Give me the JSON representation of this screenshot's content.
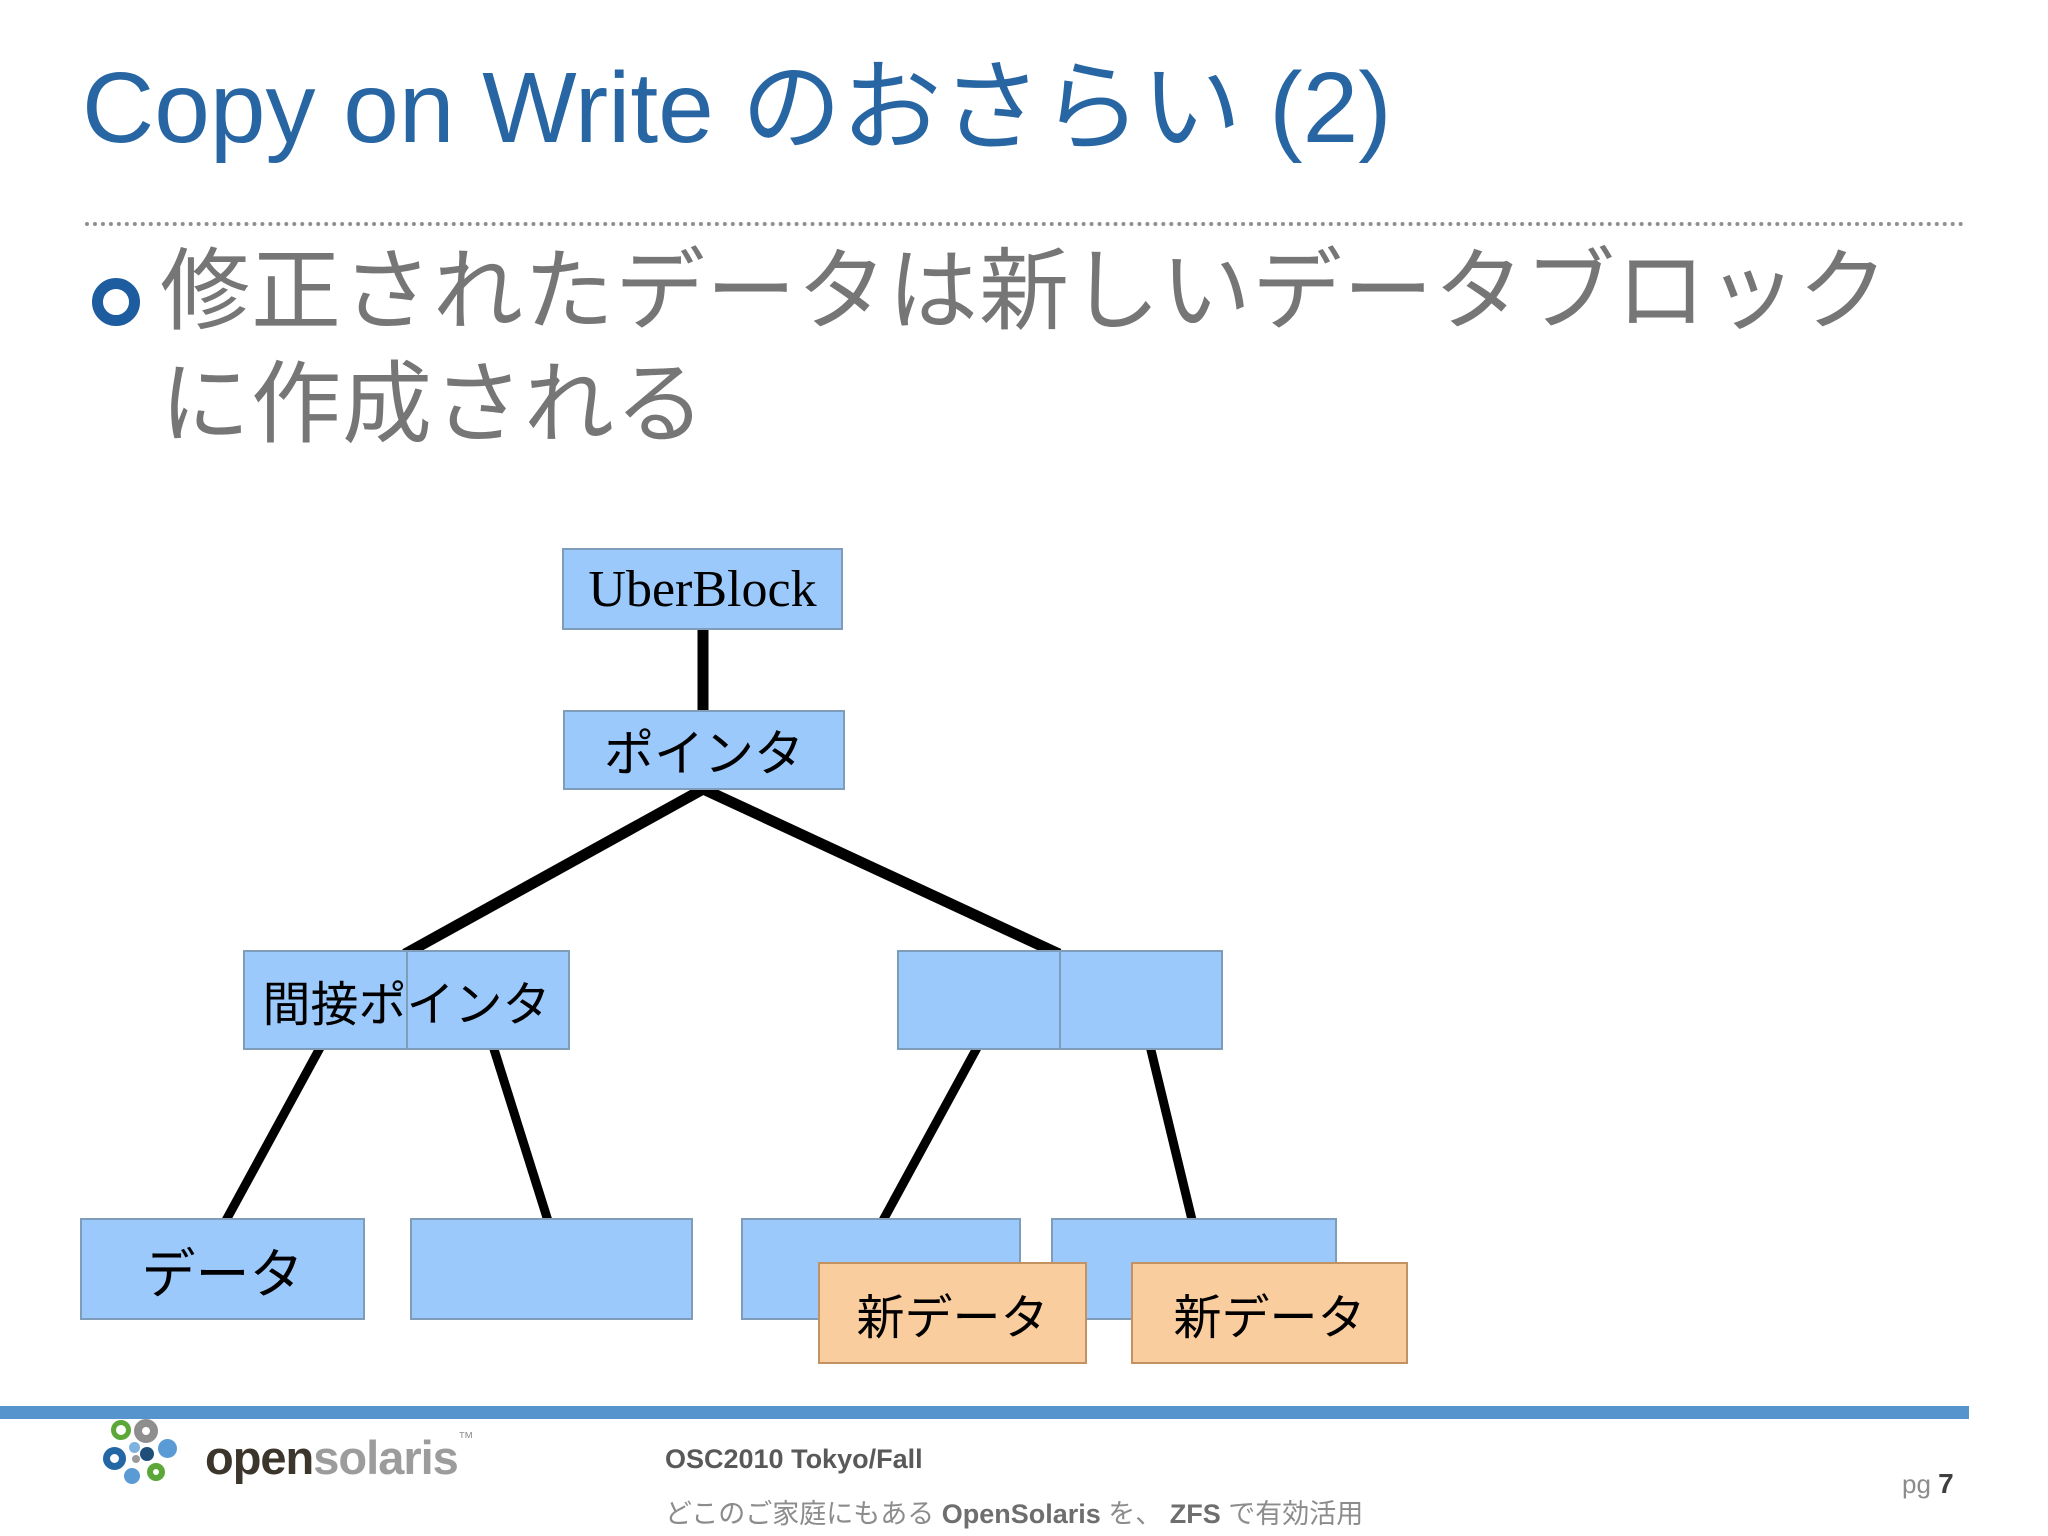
{
  "slide": {
    "title": "Copy on Write のおさらい (2)",
    "bullet": {
      "line1": "修正されたデータは新しいデータブロック",
      "line2": "に作成される"
    }
  },
  "diagram": {
    "uberblock_label": "UberBlock",
    "pointer_label": "ポインタ",
    "indirect_pointer_label": "間接ポインタ",
    "data_label": "データ",
    "new_data_1_label": "新データ",
    "new_data_2_label": "新データ",
    "empty_pair_label": "",
    "empty_block_labels": [
      "",
      "",
      ""
    ]
  },
  "footer": {
    "logo_open": "open",
    "logo_solaris": "solaris",
    "logo_tm": "™",
    "event": "OSC2010 Tokyo/Fall",
    "tagline_prefix": "どこのご家庭にもある ",
    "tagline_bold1": "OpenSolaris",
    "tagline_mid": " を、 ",
    "tagline_bold2": "ZFS",
    "tagline_suffix": " で有効活用",
    "page_label": "pg ",
    "page_number": "7"
  },
  "colors": {
    "title_blue": "#2766A3",
    "bullet_ring_blue": "#1D5C9E",
    "body_text_gray": "#767676",
    "box_blue_fill": "#9CC9FB",
    "box_blue_border": "#7F9DB9",
    "box_orange_fill": "#FACD9E",
    "box_orange_border": "#C29263",
    "connector_black": "#000000",
    "footer_bar_blue": "#5694CE",
    "logo_green": "#5BA839",
    "logo_blue": "#5B9BD5",
    "logo_navy": "#1F4E79",
    "logo_gray": "#8E8E8E"
  }
}
